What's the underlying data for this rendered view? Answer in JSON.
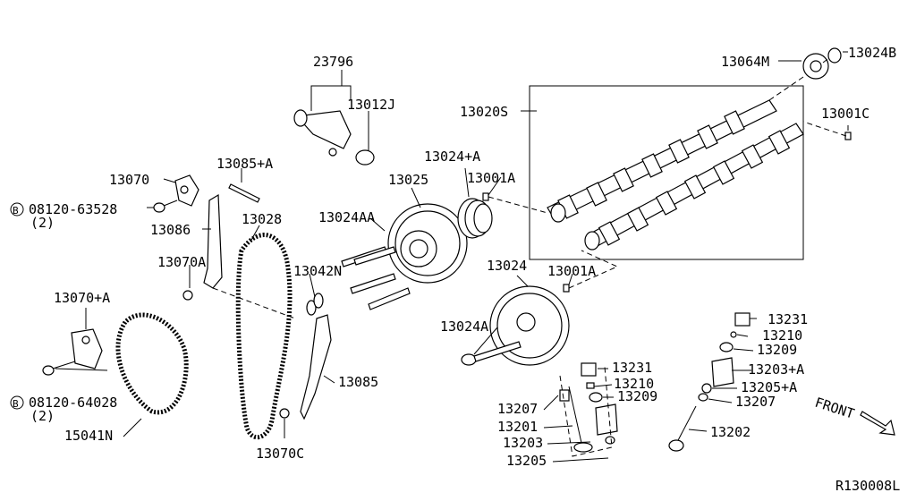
{
  "labels": {
    "p23796": "23796",
    "p13012J": "13012J",
    "p13070": "13070",
    "p13085A": "13085+A",
    "p08120_63528": "08120-63528",
    "qty1": "(2)",
    "p13086": "13086",
    "p13028": "13028",
    "p13024AA": "13024AA",
    "p13025": "13025",
    "p13024pA": "13024+A",
    "p13001A_top": "13001A",
    "p13020S": "13020S",
    "p13064M": "13064M",
    "p13024B": "13024B",
    "p13001C": "13001C",
    "p13070A": "13070A",
    "p13042N": "13042N",
    "p13024": "13024",
    "p13001A_mid": "13001A",
    "p13070pA": "13070+A",
    "p13024A": "13024A",
    "p13231_r": "13231",
    "p13210_r": "13210",
    "p13209_r": "13209",
    "p13203pA": "13203+A",
    "p13205pA": "13205+A",
    "p13207_r": "13207",
    "p13202": "13202",
    "p08120_64028": "08120-64028",
    "qty2": "(2)",
    "p13085": "13085",
    "p13231_c": "13231",
    "p13210_c": "13210",
    "p13209_c": "13209",
    "p13207_c": "13207",
    "p13201": "13201",
    "p13203": "13203",
    "p13205": "13205",
    "p15041N": "15041N",
    "p13070C": "13070C",
    "front": "FRONT",
    "ref": "R130008L",
    "bolt_marker": "B"
  }
}
